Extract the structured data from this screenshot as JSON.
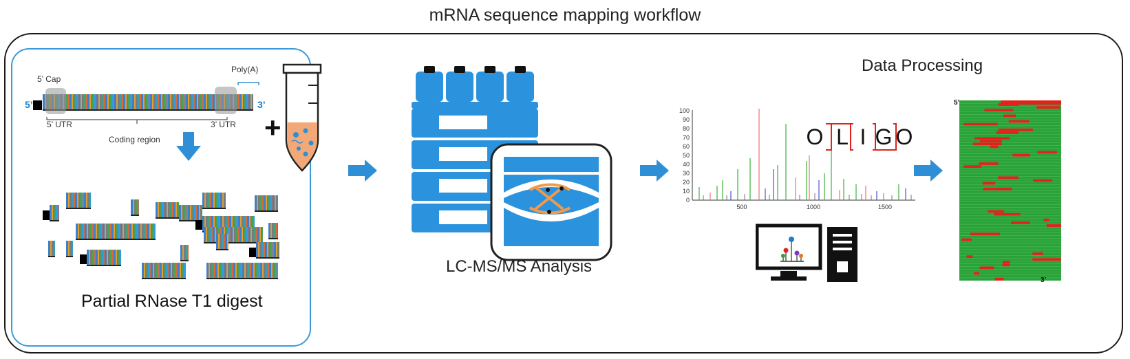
{
  "title": "mRNA sequence mapping workflow",
  "digest": {
    "label": "Partial RNase T1 digest",
    "cap_label": "5’ Cap",
    "polya_label": "Poly(A)",
    "five_prime": "5’",
    "three_prime": "3’",
    "utr5_label": "5’ UTR",
    "coding_label": "Coding region",
    "utr3_label": "3’ UTR",
    "plus": "+"
  },
  "lcms": {
    "label": "LC-MS/MS Analysis"
  },
  "processing": {
    "label": "Data Processing",
    "oligo_letters": [
      "O",
      "L",
      "I",
      "G",
      "O"
    ],
    "y_ticks": [
      "100",
      "90",
      "80",
      "70",
      "60",
      "50",
      "40",
      "30",
      "20",
      "10",
      "0"
    ],
    "x_ticks": [
      "500",
      "1000",
      "1500"
    ],
    "map_start": "5’",
    "map_end": "3’"
  },
  "colors": {
    "accent_blue": "#2f8fd6",
    "instrument_blue": "#2b93dd",
    "coverage_green": "#2aa23a",
    "coverage_red": "#e0221b"
  }
}
